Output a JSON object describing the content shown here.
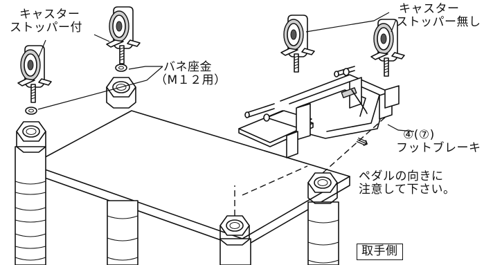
{
  "labels": {
    "caster_with_stopper_line1": "キャスター",
    "caster_with_stopper_line2": "ストッパー付",
    "caster_no_stopper_line1": "キャスター",
    "caster_no_stopper_line2": "ストッパー無し",
    "spring_washer_line1": "バネ座金",
    "spring_washer_line2": "（M１２用）",
    "foot_brake_line1": "④(⑦)",
    "foot_brake_line2": "フットブレーキ",
    "direction_arrow": "⇛",
    "pedal_note_line1": "ペダルの向きに",
    "pedal_note_line2": "注意して下さい。",
    "handle_side": "取手側"
  },
  "colors": {
    "line": "#111111",
    "shade": "#cfcfcf",
    "background": "#ffffff"
  }
}
